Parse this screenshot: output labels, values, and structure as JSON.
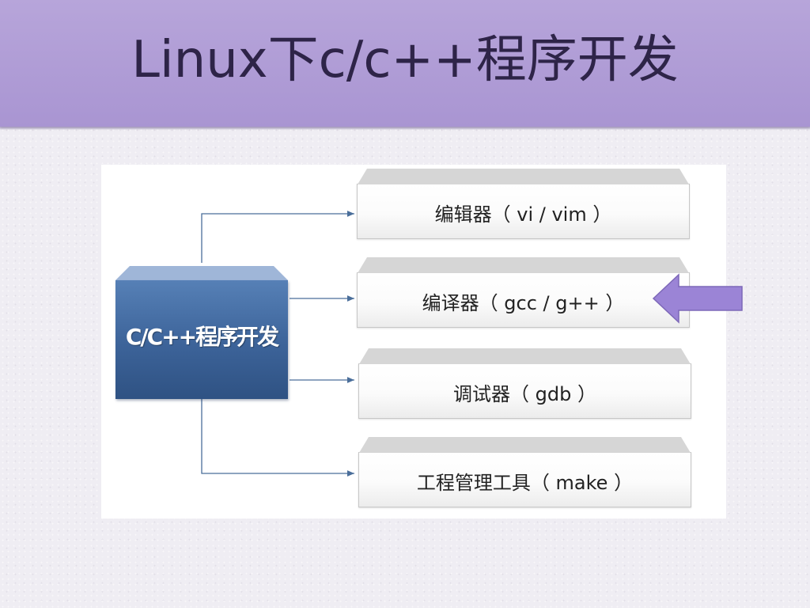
{
  "slide": {
    "title": "Linux下c/c++程序开发"
  },
  "diagram": {
    "source": {
      "label": "C/C++程序开发"
    },
    "tools": [
      {
        "label": "编辑器（ vi / vim ）"
      },
      {
        "label": "编译器（ gcc / g++ ）"
      },
      {
        "label": "调试器（ gdb ）"
      },
      {
        "label": "工程管理工具（ make ）"
      }
    ],
    "highlighted_tool_index": 1
  },
  "colors": {
    "title_band": "#ad9ad4",
    "title_text": "#2e2448",
    "source_box": "#3c6399",
    "connector": "#4a6e9a",
    "pointer_arrow": "#9b84d6"
  }
}
